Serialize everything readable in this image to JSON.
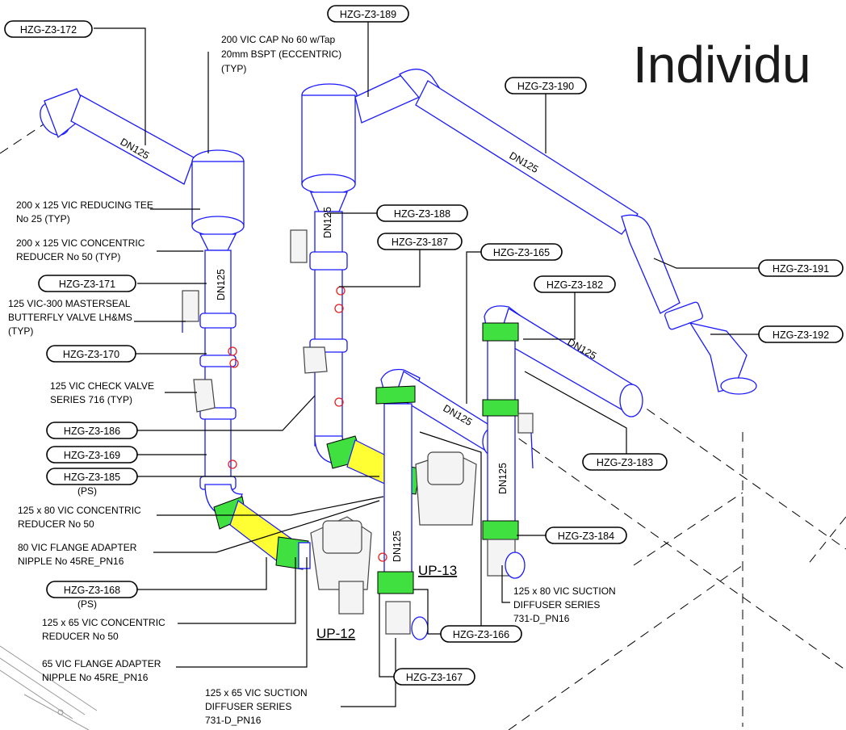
{
  "title": "Individu",
  "tags": [
    {
      "id": "172",
      "text": "HZG-Z3-172"
    },
    {
      "id": "189",
      "text": "HZG-Z3-189"
    },
    {
      "id": "190",
      "text": "HZG-Z3-190"
    },
    {
      "id": "188",
      "text": "HZG-Z3-188"
    },
    {
      "id": "187",
      "text": "HZG-Z3-187"
    },
    {
      "id": "165",
      "text": "HZG-Z3-165"
    },
    {
      "id": "182",
      "text": "HZG-Z3-182"
    },
    {
      "id": "191",
      "text": "HZG-Z3-191"
    },
    {
      "id": "192",
      "text": "HZG-Z3-192"
    },
    {
      "id": "171",
      "text": "HZG-Z3-171"
    },
    {
      "id": "170",
      "text": "HZG-Z3-170"
    },
    {
      "id": "186",
      "text": "HZG-Z3-186"
    },
    {
      "id": "169",
      "text": "HZG-Z3-169"
    },
    {
      "id": "185",
      "text": "HZG-Z3-185"
    },
    {
      "id": "168",
      "text": "HZG-Z3-168"
    },
    {
      "id": "183",
      "text": "HZG-Z3-183"
    },
    {
      "id": "184",
      "text": "HZG-Z3-184"
    },
    {
      "id": "166",
      "text": "HZG-Z3-166"
    },
    {
      "id": "167",
      "text": "HZG-Z3-167"
    }
  ],
  "notes": {
    "cap": [
      "200 VIC CAP No 60 w/Tap",
      "20mm BSPT (ECCENTRIC)",
      "(TYP)"
    ],
    "reducing_tee": [
      "200 x 125 VIC REDUCING TEE",
      "No 25 (TYP)"
    ],
    "concentric_reducer_200": [
      "200 x 125 VIC CONCENTRIC",
      "REDUCER No 50 (TYP)"
    ],
    "butterfly_valve": [
      "125 VIC-300 MASTERSEAL",
      "BUTTERFLY VALVE LH&MS",
      "(TYP)"
    ],
    "check_valve": [
      "125 VIC CHECK VALVE",
      "SERIES 716 (TYP)"
    ],
    "ps_185": "(PS)",
    "reducer_125x80": [
      "125 x 80 VIC CONCENTRIC",
      "REDUCER No 50"
    ],
    "flange_80": [
      "80 VIC FLANGE ADAPTER",
      "NIPPLE No 45RE_PN16"
    ],
    "ps_168": "(PS)",
    "reducer_125x65": [
      "125 x 65 VIC CONCENTRIC",
      "REDUCER No 50"
    ],
    "flange_65": [
      "65 VIC FLANGE ADAPTER",
      "NIPPLE No 45RE_PN16"
    ],
    "suction_65": [
      "125 x 65 VIC SUCTION",
      "DIFFUSER SERIES",
      "731-D_PN16"
    ],
    "suction_80": [
      "125 x 80 VIC SUCTION",
      "DIFFUSER SERIES",
      "731-D_PN16"
    ]
  },
  "pipe_labels": [
    "DN125",
    "DN125",
    "DN125",
    "DN125",
    "DN125",
    "DN125",
    "DN125",
    "DN125"
  ],
  "pump_labels": [
    "UP-12",
    "UP-13"
  ]
}
